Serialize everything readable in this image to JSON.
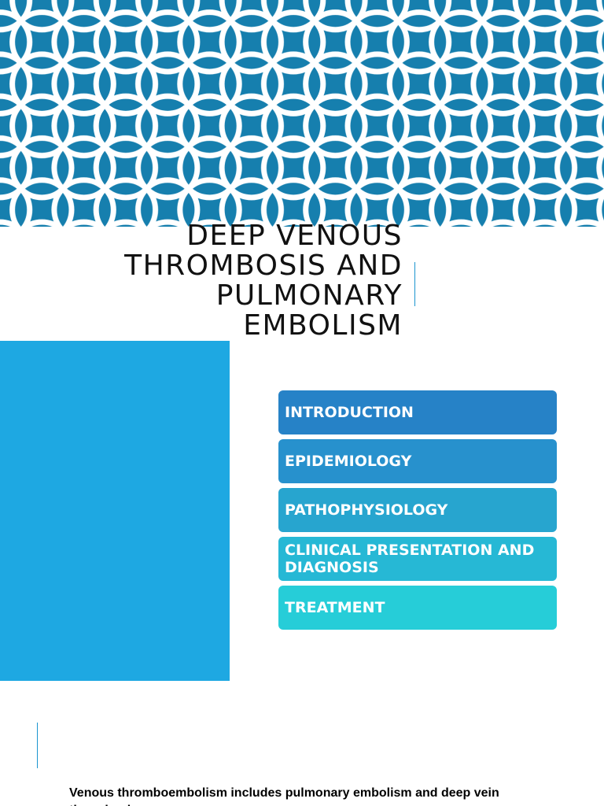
{
  "slide": {
    "title_lines": [
      "DEEP VENOUS",
      "THROMBOSIS AND",
      "PULMONARY",
      "EMBOLISM"
    ],
    "agenda": [
      {
        "label": "INTRODUCTION",
        "color": "#2682c7"
      },
      {
        "label": "EPIDEMIOLOGY",
        "color": "#2791cd"
      },
      {
        "label": "PATHOPHYSIOLOGY",
        "color": "#27a5cf"
      },
      {
        "label": "CLINICAL PRESENTATION AND DIAGNOSIS",
        "color": "#26b8d5"
      },
      {
        "label": "TREATMENT",
        "color": "#26cdd8"
      }
    ],
    "body_text": "Venous thromboembolism includes pulmonary embolism and deep vein thrombosis"
  },
  "colors": {
    "pattern_background": "#167fae",
    "pattern_lines": "#ffffff",
    "side_panel": "#1ea8e2",
    "accent_line": "#1b95cf"
  },
  "icons": {
    "banner": "interlocking-circles-pattern"
  }
}
